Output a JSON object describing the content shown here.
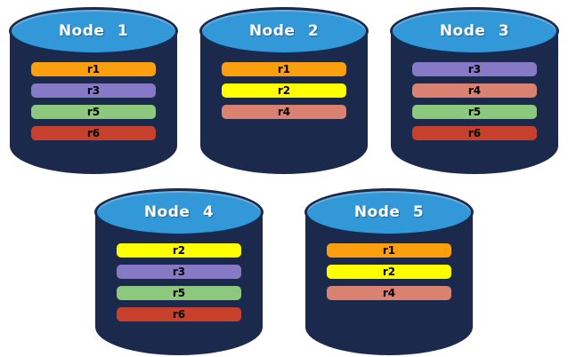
{
  "colors": {
    "cylinder_body": "#1B2A4C",
    "cylinder_top": "#3398D8",
    "replicas": {
      "r1": "#FB9F0E",
      "r2": "#FFFF00",
      "r3": "#8679C6",
      "r4": "#D98272",
      "r5": "#8CC87E",
      "r6": "#C6402B"
    }
  },
  "nodes": [
    {
      "label": "Node 1",
      "replicas": [
        "r1",
        "r3",
        "r5",
        "r6"
      ]
    },
    {
      "label": "Node 2",
      "replicas": [
        "r1",
        "r2",
        "r4"
      ]
    },
    {
      "label": "Node 3",
      "replicas": [
        "r3",
        "r4",
        "r5",
        "r6"
      ]
    },
    {
      "label": "Node 4",
      "replicas": [
        "r2",
        "r3",
        "r5",
        "r6"
      ]
    },
    {
      "label": "Node 5",
      "replicas": [
        "r1",
        "r2",
        "r4"
      ]
    }
  ],
  "layout": {
    "rows": [
      [
        0,
        1,
        2
      ],
      [
        3,
        4
      ]
    ]
  }
}
